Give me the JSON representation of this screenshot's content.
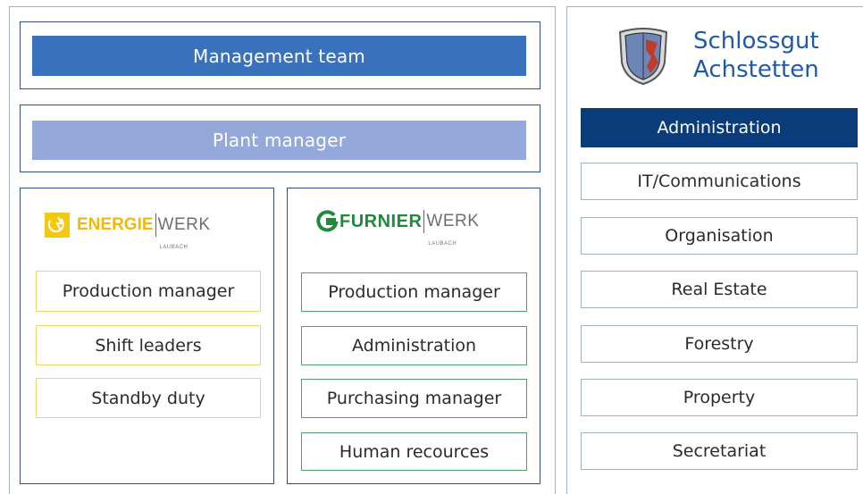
{
  "left": {
    "management_team": "Management team",
    "plant_manager": "Plant manager",
    "energie": {
      "logo_word1": "ENERGIE",
      "logo_word2": "WERK",
      "logo_sub": "LAUBACH",
      "items": [
        "Production manager",
        "Shift leaders",
        "Standby duty"
      ]
    },
    "furnier": {
      "logo_word1": "FURNIER",
      "logo_word2": "WERK",
      "logo_sub": "LAUBACH",
      "items": [
        "Production manager",
        "Administration",
        "Purchasing manager",
        "Human recources"
      ]
    }
  },
  "right": {
    "brand_line1": "Schlossgut",
    "brand_line2": "Achstetten",
    "header": "Administration",
    "items": [
      "IT/Communications",
      "Organisation",
      "Real Estate",
      "Forestry",
      "Property",
      "Secretariat"
    ]
  },
  "colors": {
    "management_bar": "#3a71bd",
    "plant_bar": "#94a9d9",
    "admin_head": "#0a3b7a",
    "energie_yellow": "#f4c80f",
    "furnier_green": "#1f8a3b",
    "brand_blue": "#1f5aa8"
  },
  "icons": {
    "crest": "coat-of-arms-icon",
    "energie": "energie-logo-icon",
    "furnier": "furnier-logo-icon"
  }
}
